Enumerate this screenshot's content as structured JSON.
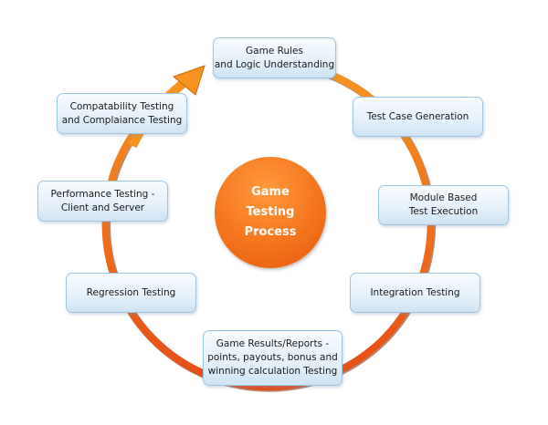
{
  "diagram": {
    "title": "Game Testing Process",
    "center": {
      "lines": [
        "Game",
        "Testing",
        "Process"
      ]
    },
    "colors": {
      "ring_top": "#f58a1f",
      "ring_bottom": "#e8501a",
      "box_border": "#9cc6e4",
      "box_fill": "#e6f1fa",
      "center_fill": "#f4751c"
    },
    "flow_direction": "clockwise",
    "steps": [
      {
        "id": "game-rules",
        "lines": [
          "Game Rules",
          "and Logic Understanding"
        ]
      },
      {
        "id": "test-case-generation",
        "lines": [
          "Test Case Generation"
        ]
      },
      {
        "id": "module-based-test-execution",
        "lines": [
          "Module Based",
          "Test Execution"
        ]
      },
      {
        "id": "integration-testing",
        "lines": [
          "Integration Testing"
        ]
      },
      {
        "id": "game-results-reports",
        "lines": [
          "Game Results/Reports -",
          "points, payouts, bonus and",
          "winning calculation Testing"
        ]
      },
      {
        "id": "regression-testing",
        "lines": [
          "Regression Testing"
        ]
      },
      {
        "id": "performance-testing",
        "lines": [
          "Performance Testing -",
          "Client and Server"
        ]
      },
      {
        "id": "compatability-testing",
        "lines": [
          "Compatability Testing",
          "and Complaiance Testing"
        ]
      }
    ]
  }
}
